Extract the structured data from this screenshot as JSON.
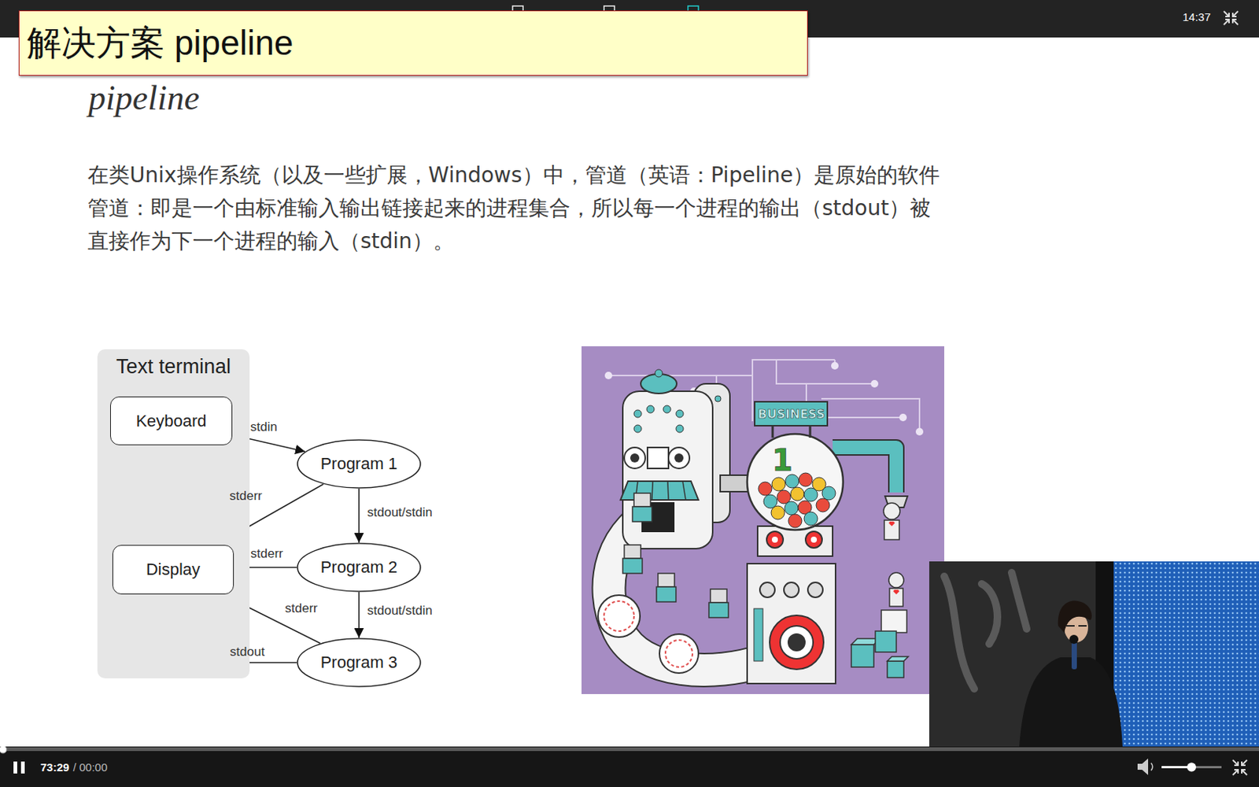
{
  "diagram": {
    "title": "解决方案 pipeline",
    "nodes": [
      {
        "text": [
          "Text terminal"
        ]
      },
      {
        "text": [
          "Keyboard"
        ],
        "in": 0
      },
      {
        "text": [
          "Program 1"
        ]
      },
      {
        "text": [
          "Display"
        ],
        "in": 0
      },
      {
        "text": [
          "Program 2"
        ]
      },
      {
        "text": [
          "Program 3"
        ]
      }
    ],
    "edges": [
      {
        "from": 1,
        "to": 2,
        "arrow": "to",
        "label": "stdin"
      },
      {
        "from": 2,
        "to": 3,
        "arrow": "to",
        "label": "stderr"
      },
      {
        "from": 2,
        "to": 4,
        "arrow": "to",
        "label": "stdout/stdin"
      },
      {
        "from": 4,
        "to": 3,
        "arrow": "to",
        "label": "stderr"
      },
      {
        "from": 4,
        "to": 5,
        "arrow": "to",
        "label": "stdout/stdin"
      },
      {
        "from": 5,
        "to": 3,
        "arrow": "to",
        "label": "stderr"
      },
      {
        "from": 5,
        "to": 3,
        "arrow": "to",
        "label": "stdout"
      }
    ],
    "labels": [
      "pipeline",
      "在类Unix操作系统（以及一些扩展，Windows）中，管道（英语：Pipeline）是原始的软件管道：即是一个由标准输入输出链接起来的进程集合，所以每一个进程的输出（stdout）被直接作为下一个进程的输入（stdin）。",
      "14:37",
      "73:29",
      "/ 00:00",
      "BUSINESS",
      "1"
    ]
  }
}
